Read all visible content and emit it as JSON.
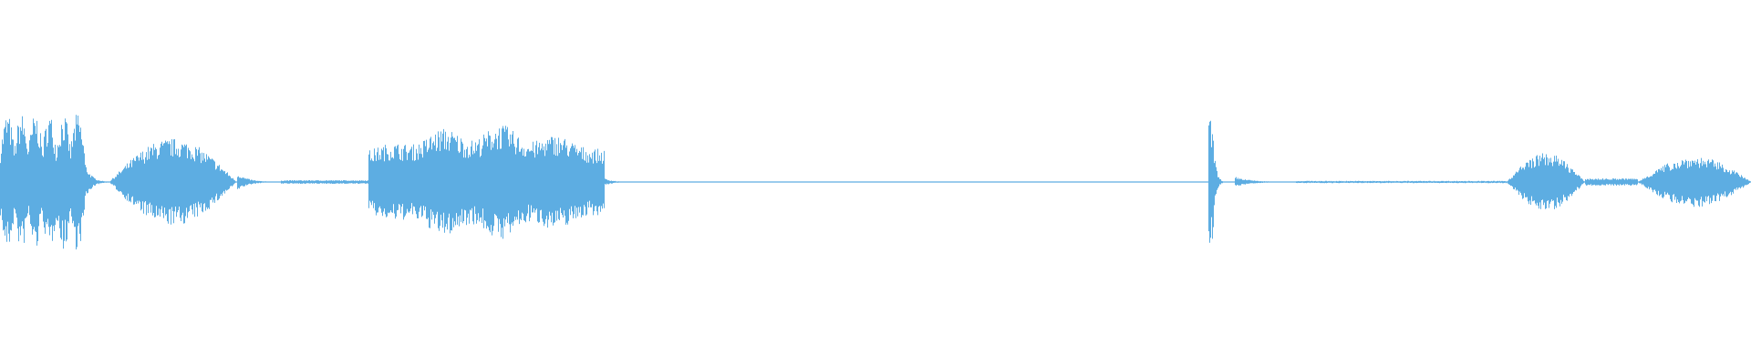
{
  "waveform": {
    "color": "#5dade2",
    "background": "#ffffff",
    "segments": [
      {
        "start": 0.0,
        "end": 0.048,
        "amplitude": 0.38,
        "shape": "burst-peaks"
      },
      {
        "start": 0.048,
        "end": 0.062,
        "amplitude": 0.12,
        "shape": "decay"
      },
      {
        "start": 0.062,
        "end": 0.135,
        "amplitude": 0.24,
        "shape": "swell"
      },
      {
        "start": 0.135,
        "end": 0.16,
        "amplitude": 0.05,
        "shape": "decay"
      },
      {
        "start": 0.16,
        "end": 0.21,
        "amplitude": 0.01,
        "shape": "flat"
      },
      {
        "start": 0.21,
        "end": 0.345,
        "amplitude": 0.32,
        "shape": "phrase"
      },
      {
        "start": 0.345,
        "end": 0.365,
        "amplitude": 0.02,
        "shape": "decay"
      },
      {
        "start": 0.365,
        "end": 0.69,
        "amplitude": 0.003,
        "shape": "silence"
      },
      {
        "start": 0.69,
        "end": 0.705,
        "amplitude": 0.34,
        "shape": "click"
      },
      {
        "start": 0.705,
        "end": 0.74,
        "amplitude": 0.03,
        "shape": "decay"
      },
      {
        "start": 0.74,
        "end": 0.86,
        "amplitude": 0.006,
        "shape": "silence"
      },
      {
        "start": 0.86,
        "end": 0.905,
        "amplitude": 0.16,
        "shape": "swell"
      },
      {
        "start": 0.905,
        "end": 0.935,
        "amplitude": 0.02,
        "shape": "flat"
      },
      {
        "start": 0.935,
        "end": 1.0,
        "amplitude": 0.14,
        "shape": "swell"
      }
    ]
  }
}
